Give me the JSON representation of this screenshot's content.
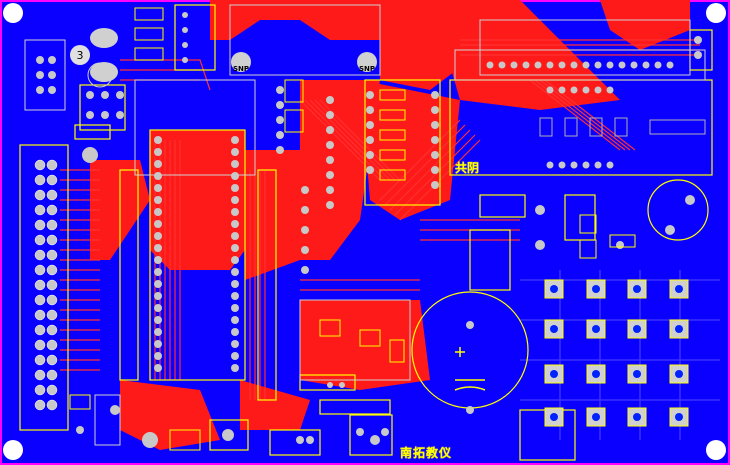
{
  "board": {
    "substrate_color": "#0a00ff",
    "top_copper_color": "#ff1a1a",
    "silkscreen_color": "#ffff00",
    "pad_color": "#c8c8c8",
    "drill_color": "#0022ff",
    "edge_color": "#ff00ff"
  },
  "labels": {
    "gongyin": "共阴",
    "brand": "南拓教仪",
    "three": "3",
    "snp_left": "SNP",
    "snp_right": "SNP"
  }
}
